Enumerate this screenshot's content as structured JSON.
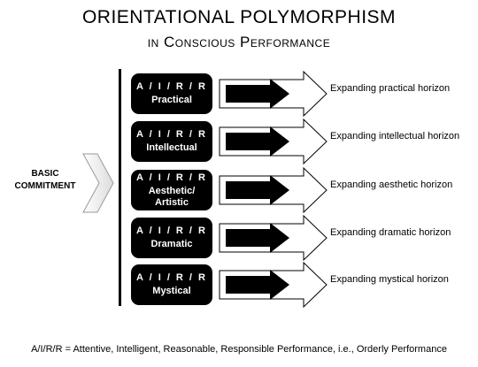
{
  "title": "ORIENTATIONAL POLYMORPHISM",
  "subtitle": "in Conscious Performance",
  "basic_label": [
    "BASIC",
    "COMMITMENT"
  ],
  "rows": [
    {
      "code": "A / I / R / R",
      "name": "Practical",
      "horizon": "Expanding practical horizon"
    },
    {
      "code": "A / I / R / R",
      "name": "Intellectual",
      "horizon": "Expanding intellectual horizon"
    },
    {
      "code": "A / I / R / R",
      "name": "Aesthetic/ Artistic",
      "horizon": "Expanding aesthetic horizon"
    },
    {
      "code": "A / I / R / R",
      "name": "Dramatic",
      "horizon": "Expanding dramatic horizon"
    },
    {
      "code": "A / I / R / R",
      "name": "Mystical",
      "horizon": "Expanding mystical horizon"
    }
  ],
  "footnote": "A/I/R/R = Attentive, Intelligent, Reasonable, Responsible Performance, i.e., Orderly Performance"
}
